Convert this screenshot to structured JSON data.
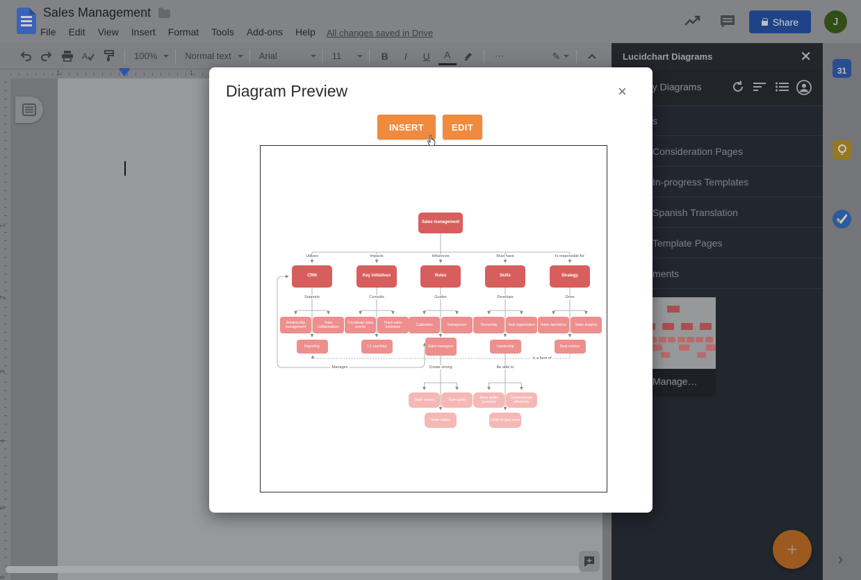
{
  "header": {
    "doc_title": "Sales Management",
    "menu": [
      "File",
      "Edit",
      "View",
      "Insert",
      "Format",
      "Tools",
      "Add-ons",
      "Help"
    ],
    "save_status": "All changes saved in Drive",
    "share_label": "Share",
    "avatar_initial": "J"
  },
  "toolbar": {
    "zoom": "100%",
    "paragraph_style": "Normal text",
    "font": "Arial",
    "font_size": "11",
    "bold": "B",
    "italic": "I",
    "underline": "U",
    "text_color": "A",
    "more": "⋯"
  },
  "ruler": {
    "h_numbers": [
      "1",
      "1"
    ],
    "v_numbers": [
      "1",
      "2",
      "3",
      "4",
      "5",
      "6"
    ]
  },
  "sidebar": {
    "panel_title": "Lucidchart Diagrams",
    "section_title": "My Diagrams",
    "items": [
      "s",
      "Consideration Pages",
      "In-progress Templates",
      "Spanish Translation",
      "Template Pages",
      "ments"
    ],
    "thumbnail_caption": "Manage…",
    "fab_label": "+"
  },
  "rail": {
    "calendar_label": "31",
    "collapse_chevron": "›"
  },
  "modal": {
    "title": "Diagram Preview",
    "close_label": "×",
    "insert_label": "INSERT",
    "edit_label": "EDIT"
  },
  "diagram": {
    "type": "tree",
    "root": "Sales management",
    "branches": [
      {
        "relation_in": "Utilizes",
        "name": "CRM",
        "relation_out": "Supports",
        "children": [
          "Relationship management",
          "Team collaborations"
        ],
        "descendant": "Reporting"
      },
      {
        "relation_in": "Impacts",
        "name": "Key initiatives",
        "relation_out": "Consults",
        "children": [
          "Coordinate sales events",
          "Teach sales technique"
        ],
        "descendant": "1:1 coaching"
      },
      {
        "relation_in": "Influences",
        "name": "Roles",
        "relation_out": "Guides",
        "children": [
          "Customers",
          "Salesperson"
        ],
        "descendant": "Sales managers"
      },
      {
        "relation_in": "Must have",
        "name": "Skills",
        "relation_out": "Develops",
        "children": [
          "Ownership",
          "Task organization"
        ],
        "descendant": "Leadership"
      },
      {
        "relation_in": "Is responsible for",
        "name": "Strategy",
        "relation_out": "Drive",
        "children": [
          "Sales operations",
          "Sales analysis"
        ],
        "descendant": "Deal reviews"
      }
    ],
    "subtrees": [
      {
        "parent_index": 2,
        "relation": "Create strong",
        "children": [
          "Team visions",
          "Team goals"
        ],
        "descendant": "Team culture"
      },
      {
        "parent_index": 3,
        "relation": "Be able to",
        "children": [
          "Work under pressure",
          "Communicate effectively"
        ],
        "descendant": "Listen to your team"
      }
    ],
    "loop_relation": "Manages",
    "dashed_relation": "is a form of",
    "colors": {
      "level12": "#d65f5e",
      "level34": "#ec8f8d",
      "level56": "#f5b8b6",
      "line": "#9e9e9e"
    }
  }
}
